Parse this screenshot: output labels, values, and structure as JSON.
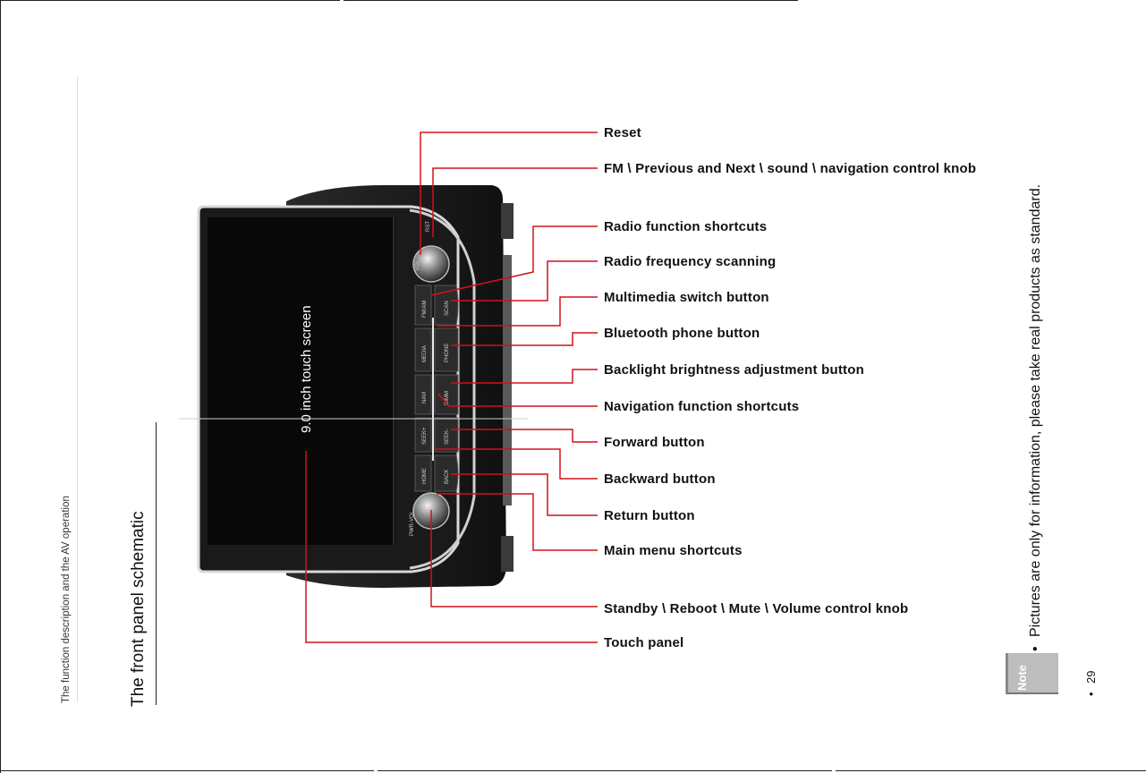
{
  "section": {
    "running_header": "The function description and the AV operation",
    "title": "The front panel schematic"
  },
  "screen_label": "9.0 inch touch screen",
  "device_buttons": {
    "knob_top": "VOL",
    "knob_top_small": "RST",
    "fmam": "FM/AM",
    "scan": "SCAN",
    "media": "MEDIA",
    "phone": "PHONE",
    "navi": "NAVI",
    "dimm": "DIMM",
    "seek_plus": "SEEK+",
    "seek_minus": "SEEK-",
    "home": "HOME",
    "back": "BACK",
    "pwr_vol": "PWR-VOL"
  },
  "callouts": [
    "Reset",
    "FM \\ Previous and Next \\ sound \\ navigation control knob",
    "Radio function shortcuts",
    "Radio frequency scanning",
    "Multimedia switch button",
    "Bluetooth phone button",
    "Backlight brightness adjustment button",
    "Navigation function shortcuts",
    "Forward button",
    "Backward button",
    "Return button",
    "Main menu shortcuts",
    "Standby \\ Reboot \\ Mute \\ Volume control knob",
    "Touch panel"
  ],
  "note": {
    "badge": "Note",
    "text": "Pictures are only for information, please take real products as standard."
  },
  "page_number": "29",
  "colors": {
    "leader": "#d0121b",
    "device_body": "#1a1a1a",
    "screen": "#0b0b0b"
  }
}
